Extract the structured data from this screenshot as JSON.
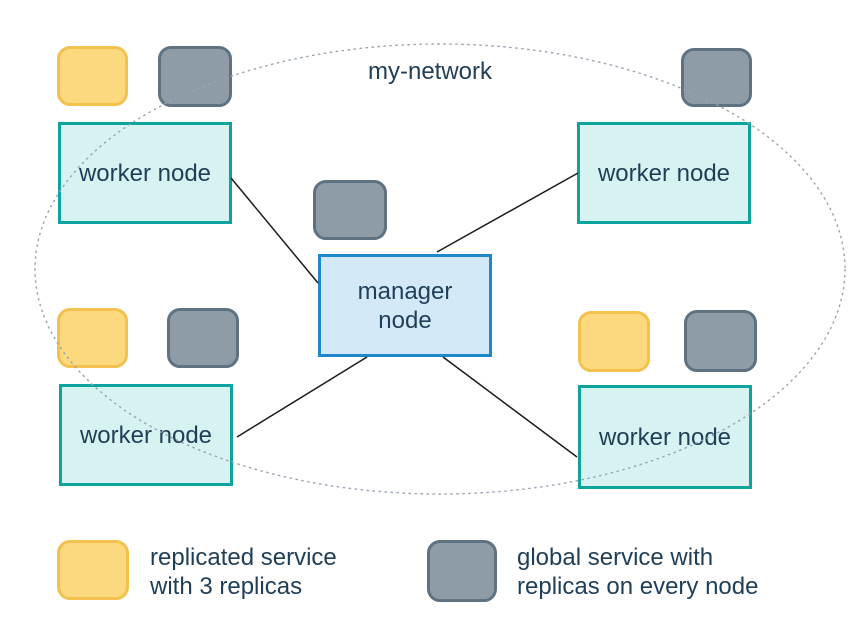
{
  "network": {
    "label": "my-network"
  },
  "nodes": {
    "manager": {
      "lines": [
        "manager",
        "node"
      ]
    },
    "workers": [
      {
        "id": "top-left",
        "label": "worker node"
      },
      {
        "id": "top-right",
        "label": "worker node"
      },
      {
        "id": "bottom-left",
        "label": "worker node"
      },
      {
        "id": "bottom-right",
        "label": "worker node"
      }
    ]
  },
  "services": {
    "replicated_icon": "yellow-rounded-square",
    "global_icon": "gray-rounded-square",
    "placements": {
      "top_left_worker": [
        "replicated",
        "global"
      ],
      "top_right_worker": [
        "global"
      ],
      "manager": [
        "global"
      ],
      "bottom_left_worker": [
        "replicated",
        "global"
      ],
      "bottom_right_worker": [
        "replicated",
        "global"
      ]
    }
  },
  "legend": {
    "replicated": {
      "lines": [
        "replicated service",
        "with 3 replicas"
      ]
    },
    "global": {
      "lines": [
        "global service with",
        "replicas on every node"
      ]
    }
  },
  "colors": {
    "worker_fill": "#d6f3f1",
    "worker_border": "#0ca49d",
    "manager_fill": "#d3e9f8",
    "manager_border": "#1f88c8",
    "replicated_fill": "#fcd97f",
    "replicated_border": "#f2c14e",
    "global_fill": "#8e9ca8",
    "global_border": "#5e7282",
    "text": "#1f3e58",
    "network_outline": "#98a3b3",
    "connector": "#1b1b1b"
  }
}
